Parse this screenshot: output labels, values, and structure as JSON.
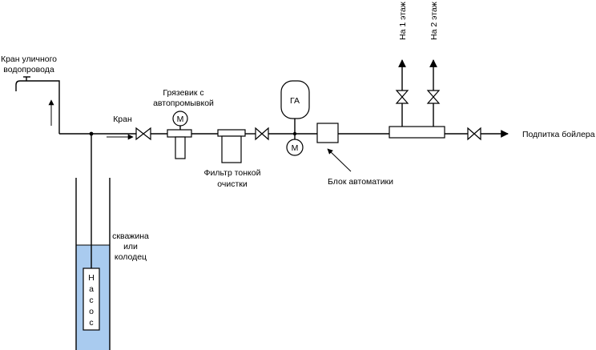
{
  "labels": {
    "street_tap": [
      "Кран уличного",
      "водопровода"
    ],
    "tap": "Кран",
    "mud_filter": [
      "Грязевик с",
      "автопромывкой"
    ],
    "fine_filter": [
      "Фильтр тонкой",
      "очистки"
    ],
    "accumulator": "ГА",
    "automation": "Блок автоматики",
    "floor1": "На 1 этаж",
    "floor2": "На 2 этаж",
    "boiler": "Подпитка бойлера",
    "well": [
      "скважина",
      "или",
      "колодец"
    ],
    "pump": [
      "Н",
      "а",
      "с",
      "о",
      "с"
    ],
    "gauge": "М"
  },
  "colors": {
    "water": "#a9cbef",
    "line": "#000000"
  }
}
